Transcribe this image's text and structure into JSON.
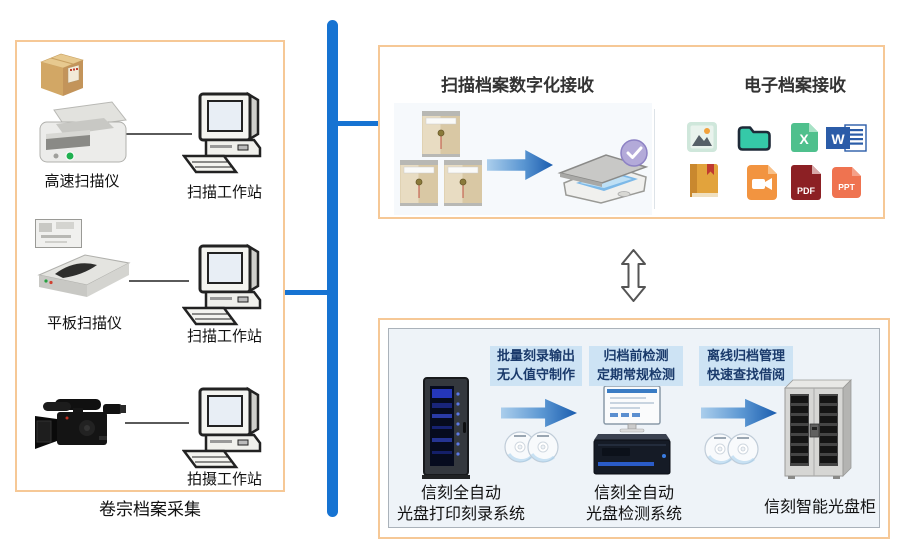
{
  "left_panel": {
    "caption": "卷宗档案采集",
    "rows": [
      {
        "device": "高速扫描仪",
        "station": "扫描工作站"
      },
      {
        "device": "平板扫描仪",
        "station": "扫描工作站"
      },
      {
        "device": "",
        "station": "拍摄工作站"
      }
    ]
  },
  "top_panel": {
    "scan_title": "扫描档案数字化接收",
    "electronic_title": "电子档案接收",
    "file_labels": {
      "excel": "X",
      "word": "W",
      "pdf": "PDF",
      "ppt": "PPT"
    },
    "file_icons": [
      "image-file",
      "folder",
      "excel-file",
      "word-file",
      "book",
      "video-file",
      "pdf-file",
      "ppt-file"
    ]
  },
  "bottom_panel": {
    "steps": [
      {
        "label": "批量刻录输出\n无人值守制作"
      },
      {
        "label": "归档前检测\n定期常规检测"
      },
      {
        "label": "离线归档管理\n快速查找借阅"
      }
    ],
    "devices": [
      {
        "label": "信刻全自动\n光盘打印刻录系统"
      },
      {
        "label": "信刻全自动\n光盘检测系统"
      },
      {
        "label": "信刻智能光盘柜"
      }
    ]
  },
  "colors": {
    "panel_border": "#f6c896",
    "trunk_blue": "#1673d2",
    "step_bg": "#cde3f4",
    "step_text": "#1a3a6b"
  }
}
